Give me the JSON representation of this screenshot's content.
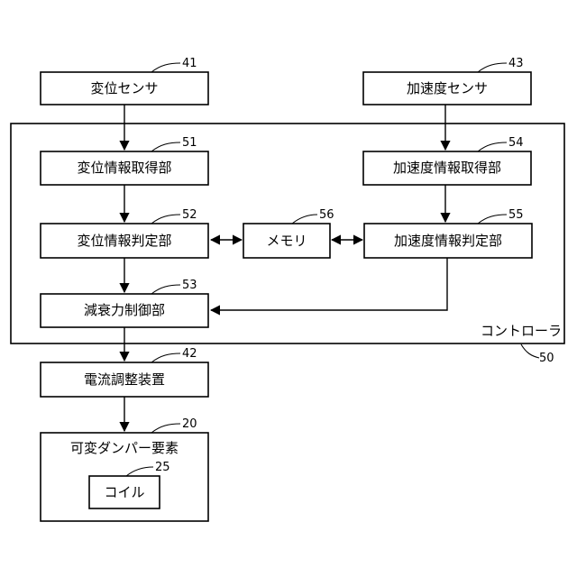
{
  "blocks": {
    "displacement_sensor": {
      "label": "変位センサ",
      "ref": "41"
    },
    "acceleration_sensor": {
      "label": "加速度センサ",
      "ref": "43"
    },
    "displacement_info_acquisition": {
      "label": "変位情報取得部",
      "ref": "51"
    },
    "acceleration_info_acquisition": {
      "label": "加速度情報取得部",
      "ref": "54"
    },
    "displacement_info_judgment": {
      "label": "変位情報判定部",
      "ref": "52"
    },
    "memory": {
      "label": "メモリ",
      "ref": "56"
    },
    "acceleration_info_judgment": {
      "label": "加速度情報判定部",
      "ref": "55"
    },
    "damping_force_control": {
      "label": "減衰力制御部",
      "ref": "53"
    },
    "current_regulator": {
      "label": "電流調整装置",
      "ref": "42"
    },
    "variable_damper": {
      "label": "可変ダンパー要素",
      "ref": "20"
    },
    "coil": {
      "label": "コイル",
      "ref": "25"
    }
  },
  "controller": {
    "label": "コントローラ",
    "ref": "50"
  }
}
